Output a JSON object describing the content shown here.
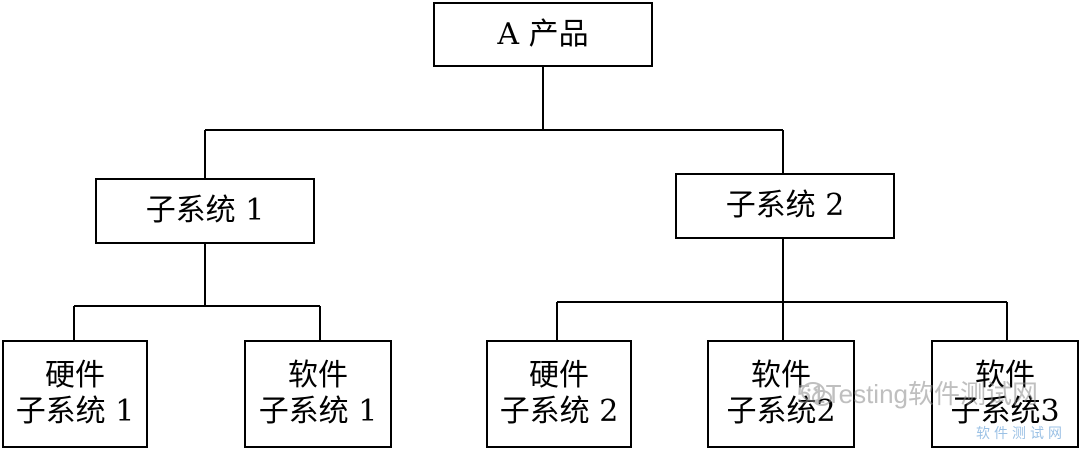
{
  "diagram": {
    "root": {
      "label": "A 产品"
    },
    "subsystems": [
      {
        "label": "子系统 1"
      },
      {
        "label": "子系统 2"
      }
    ],
    "components": [
      {
        "line1": "硬件",
        "line2": "子系统 1"
      },
      {
        "line1": "软件",
        "line2": "子系统 1"
      },
      {
        "line1": "硬件",
        "line2": "子系统 2"
      },
      {
        "line1": "软件",
        "line2": "子系统2"
      },
      {
        "line1": "软件",
        "line2": "子系统3"
      }
    ]
  },
  "watermark": {
    "text": "51Testing软件测试网",
    "subtext": "软件测试网"
  }
}
